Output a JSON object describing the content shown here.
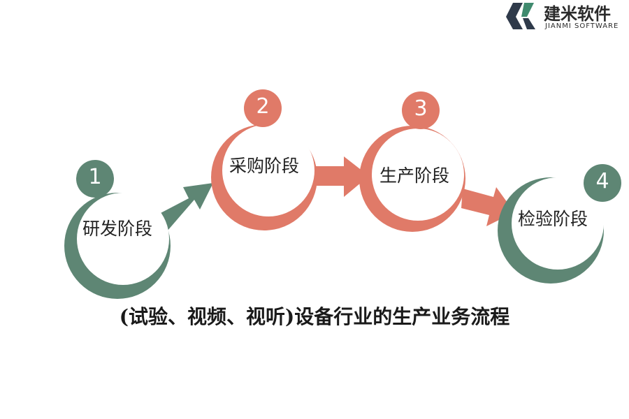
{
  "brand": {
    "name_cn": "建米软件",
    "name_en": "JIANMI SOFTWARE"
  },
  "colors": {
    "green": "#5e8674",
    "salmon": "#e07a68",
    "text": "#222222"
  },
  "stages": [
    {
      "number": "1",
      "label": "研发阶段",
      "color": "green"
    },
    {
      "number": "2",
      "label": "采购阶段",
      "color": "salmon"
    },
    {
      "number": "3",
      "label": "生产阶段",
      "color": "salmon"
    },
    {
      "number": "4",
      "label": "检验阶段",
      "color": "green"
    }
  ],
  "caption": "(试验、视频、视听)设备行业的生产业务流程"
}
